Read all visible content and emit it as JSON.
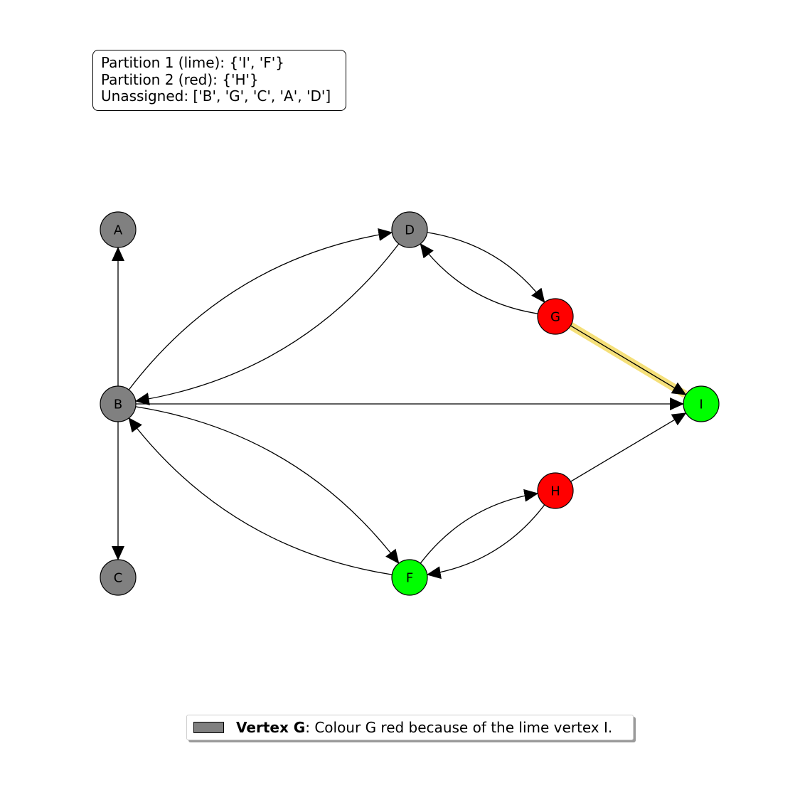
{
  "info": {
    "partition1": "Partition 1 (lime): {'I', 'F'}",
    "partition2": "Partition 2 (red): {'H'}",
    "unassigned": "Unassigned: ['B', 'G', 'C', 'A', 'D']"
  },
  "colors": {
    "lime": "#00ff00",
    "red": "#ff0000",
    "gray": "#808080",
    "highlight": "#f5e07a",
    "edge": "#000000"
  },
  "nodes": [
    {
      "id": "A",
      "label": "A",
      "color": "gray"
    },
    {
      "id": "B",
      "label": "B",
      "color": "gray"
    },
    {
      "id": "C",
      "label": "C",
      "color": "gray"
    },
    {
      "id": "D",
      "label": "D",
      "color": "gray"
    },
    {
      "id": "F",
      "label": "F",
      "color": "lime"
    },
    {
      "id": "G",
      "label": "G",
      "color": "red"
    },
    {
      "id": "H",
      "label": "H",
      "color": "red"
    },
    {
      "id": "I",
      "label": "I",
      "color": "lime"
    }
  ],
  "edges": [
    {
      "from": "B",
      "to": "A",
      "curved": false,
      "highlight": false
    },
    {
      "from": "B",
      "to": "C",
      "curved": false,
      "highlight": false
    },
    {
      "from": "B",
      "to": "I",
      "curved": false,
      "highlight": false
    },
    {
      "from": "B",
      "to": "D",
      "curved": true,
      "highlight": false
    },
    {
      "from": "D",
      "to": "B",
      "curved": true,
      "highlight": false
    },
    {
      "from": "B",
      "to": "F",
      "curved": true,
      "highlight": false
    },
    {
      "from": "F",
      "to": "B",
      "curved": true,
      "highlight": false
    },
    {
      "from": "D",
      "to": "G",
      "curved": true,
      "highlight": false
    },
    {
      "from": "G",
      "to": "D",
      "curved": true,
      "highlight": false
    },
    {
      "from": "F",
      "to": "H",
      "curved": true,
      "highlight": false
    },
    {
      "from": "H",
      "to": "F",
      "curved": true,
      "highlight": false
    },
    {
      "from": "H",
      "to": "I",
      "curved": false,
      "highlight": false
    },
    {
      "from": "G",
      "to": "I",
      "curved": false,
      "highlight": true
    }
  ],
  "legend": {
    "title": "Vertex G",
    "text": ": Colour G red because of the lime vertex I.",
    "swatch_color": "gray"
  }
}
